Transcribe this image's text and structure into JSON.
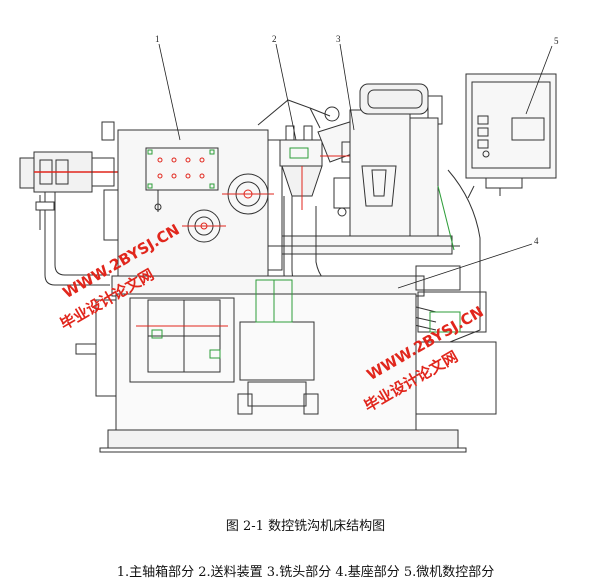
{
  "figure": {
    "caption": "图 2-1   数控铣沟机床结构图",
    "legend": "1.主轴箱部分 2.送料装置 3.铣头部分 4.基座部分 5.微机数控部分",
    "callouts": [
      "1",
      "2",
      "3",
      "4",
      "5"
    ]
  },
  "watermarks": {
    "cn_text": "毕业设计论文网",
    "url_text": "WWW.2BYSJ.CN"
  },
  "colors": {
    "line": "#333333",
    "red": "#e1261c",
    "green": "#2e9e3a",
    "fill": "#f2f2f2"
  }
}
